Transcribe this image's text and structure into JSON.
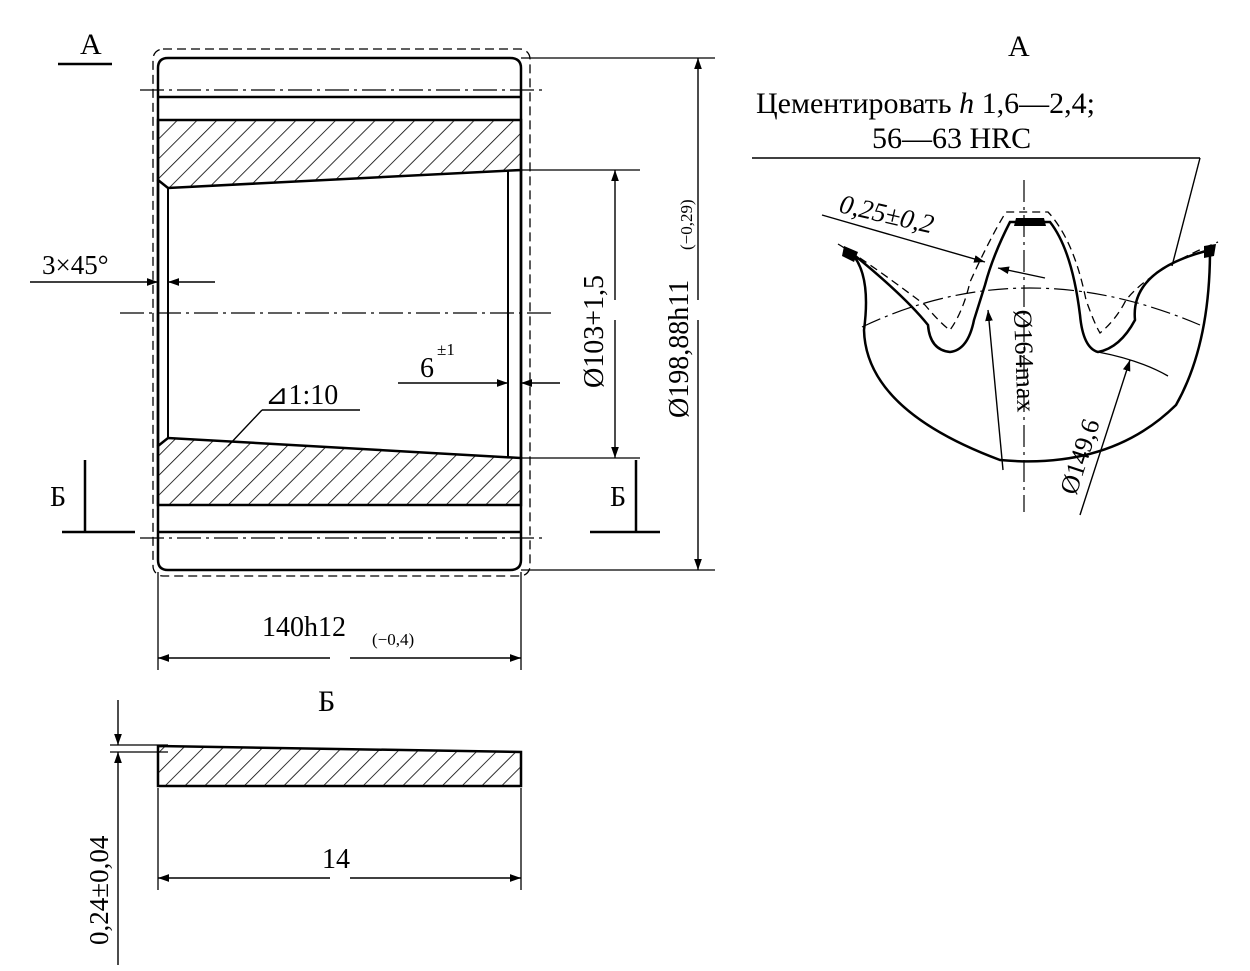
{
  "colors": {
    "ink": "#000000",
    "paper": "#ffffff"
  },
  "main_view": {
    "view_label": "А",
    "chamfer": "3×45°",
    "groove_width": "6",
    "groove_tol": "±1",
    "taper": "⊿1:10",
    "bore_dia": "Ø103+1,5",
    "outer_dia": "Ø198,88h11",
    "outer_tol": "(−0,29)",
    "length": "140h12",
    "length_tol": "(−0,4)",
    "section_left": "Б",
    "section_right": "Б"
  },
  "detail_a": {
    "title": "А",
    "note_line1_pre": "Цементировать ",
    "note_line1_h": "h",
    "note_line1_post": " 1,6—2,4;",
    "note_line2": "56—63 HRC",
    "thickness": "0,25±0,2",
    "dia_max": "Ø164max",
    "dia_root": "Ø149,6"
  },
  "section_b": {
    "title": "Б",
    "height": "0,24±0,04",
    "width": "14"
  }
}
